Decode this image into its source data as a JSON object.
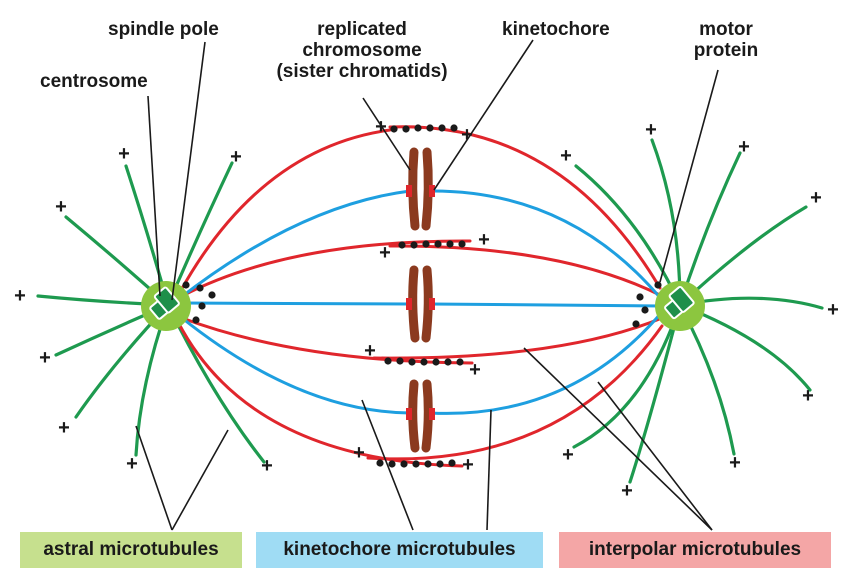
{
  "labels": {
    "spindle_pole": "spindle pole",
    "centrosome": "centrosome",
    "replicated_chromosome": [
      "replicated",
      "chromosome",
      "(sister chromatids)"
    ],
    "kinetochore": "kinetochore",
    "motor_protein": [
      "motor",
      "protein"
    ]
  },
  "legend": {
    "astral": {
      "label": "astral microtubules",
      "color": "#c6e08e"
    },
    "kinetochore": {
      "label": "kinetochore microtubules",
      "color": "#9fdcf4"
    },
    "interpolar": {
      "label": "interpolar microtubules",
      "color": "#f4a6a6"
    }
  },
  "plus_symbol": "+",
  "colors": {
    "astral": "#1e9a4f",
    "kinetochore": "#1e9fe0",
    "interpolar": "#e0262c",
    "centrosome": "#8cc63f",
    "centriole": "#1e8f4a",
    "chromatid": "#8b3a1f",
    "kinetochore_plate": "#e0262c",
    "motor": "#1a1a1a",
    "leader": "#1a1a1a"
  }
}
